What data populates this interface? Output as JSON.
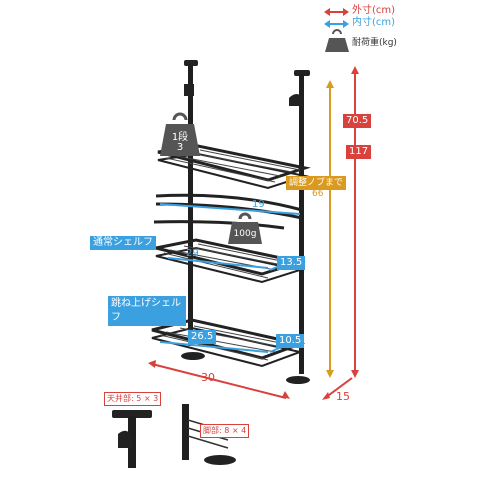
{
  "legend": {
    "outer_label": "外寸(cm)",
    "inner_label": "内寸(cm)",
    "load_label": "耐荷重(kg)",
    "outer_color": "#d9413c",
    "inner_color": "#3aa0df"
  },
  "dims": {
    "height_min": "70.5",
    "height_max": "117",
    "depth_total": "15",
    "width_total": "30",
    "adjust_text": "調整ノブまで",
    "adjust_value": "66",
    "upper_span": "19",
    "mid_width": "29",
    "mid_depth": "13.5",
    "low_width": "26.5",
    "low_depth": "10.5"
  },
  "labels": {
    "top_shelf_tag": "1段",
    "top_shelf_load": "3",
    "normal_shelf": "通常シェルフ",
    "normal_load": "100g",
    "flip_shelf": "跳ね上げシェルフ"
  },
  "details": {
    "ceiling_part": "天井部: 5 × 3",
    "foot_part": "脚部: 8 × 4"
  }
}
